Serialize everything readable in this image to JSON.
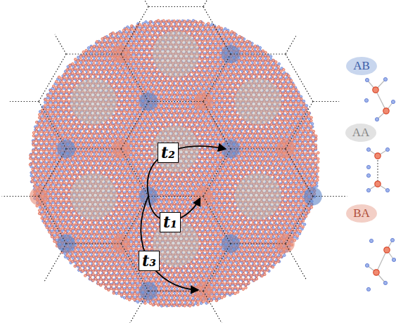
{
  "diagram": {
    "nodes": [
      {
        "text": [
          "t₂"
        ]
      },
      {
        "text": [
          "t₁"
        ]
      },
      {
        "text": [
          "t₃"
        ]
      },
      {
        "text": [
          "AB"
        ]
      },
      {
        "text": [
          "AA"
        ]
      },
      {
        "text": [
          "BA"
        ]
      }
    ]
  }
}
